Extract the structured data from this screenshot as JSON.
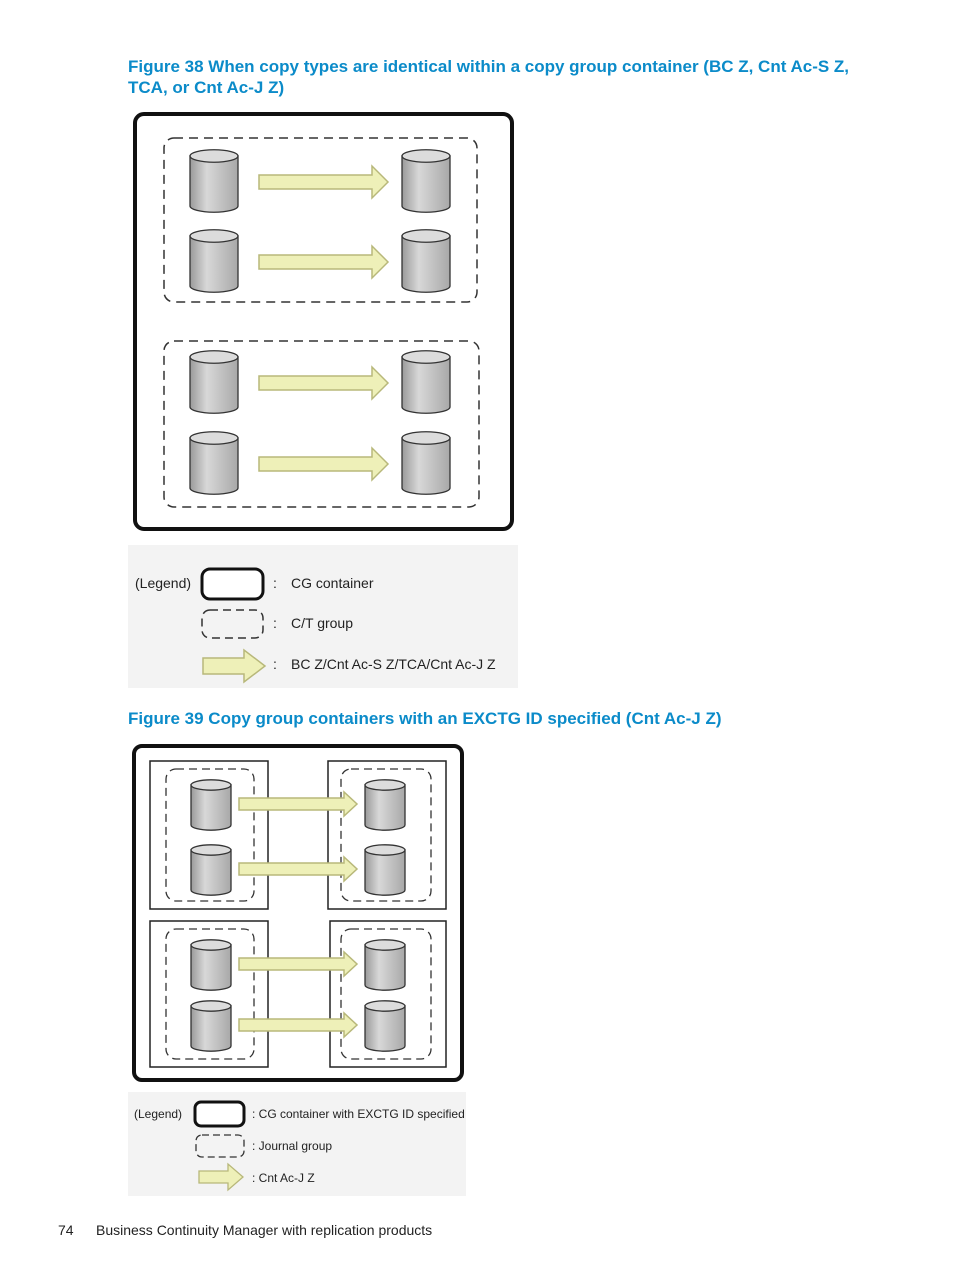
{
  "figure38": {
    "caption": "Figure 38 When copy types are identical within a copy group container (BC Z, Cnt Ac-S Z, TCA, or Cnt Ac-J Z)",
    "legend": {
      "heading": "(Legend)",
      "cg_container": "CG container",
      "ct_group": "C/T group",
      "arrow": "BC Z/Cnt Ac-S Z/TCA/Cnt Ac-J Z",
      "separator": ":"
    }
  },
  "figure39": {
    "caption": "Figure 39 Copy group containers with an EXCTG ID specified (Cnt Ac-J Z)",
    "legend": {
      "heading": "(Legend)",
      "cg_container": ": CG container with EXCTG ID specified",
      "journal_group": ": Journal group",
      "arrow": ": Cnt Ac-J Z"
    }
  },
  "footer": {
    "page_number": "74",
    "text": "Business Continuity Manager with replication products"
  },
  "colors": {
    "caption": "#0b8bc9",
    "arrow_fill": "#eef0b8",
    "volume_fill": "#c8c8c8",
    "legend_bg": "#f2f2f2"
  }
}
